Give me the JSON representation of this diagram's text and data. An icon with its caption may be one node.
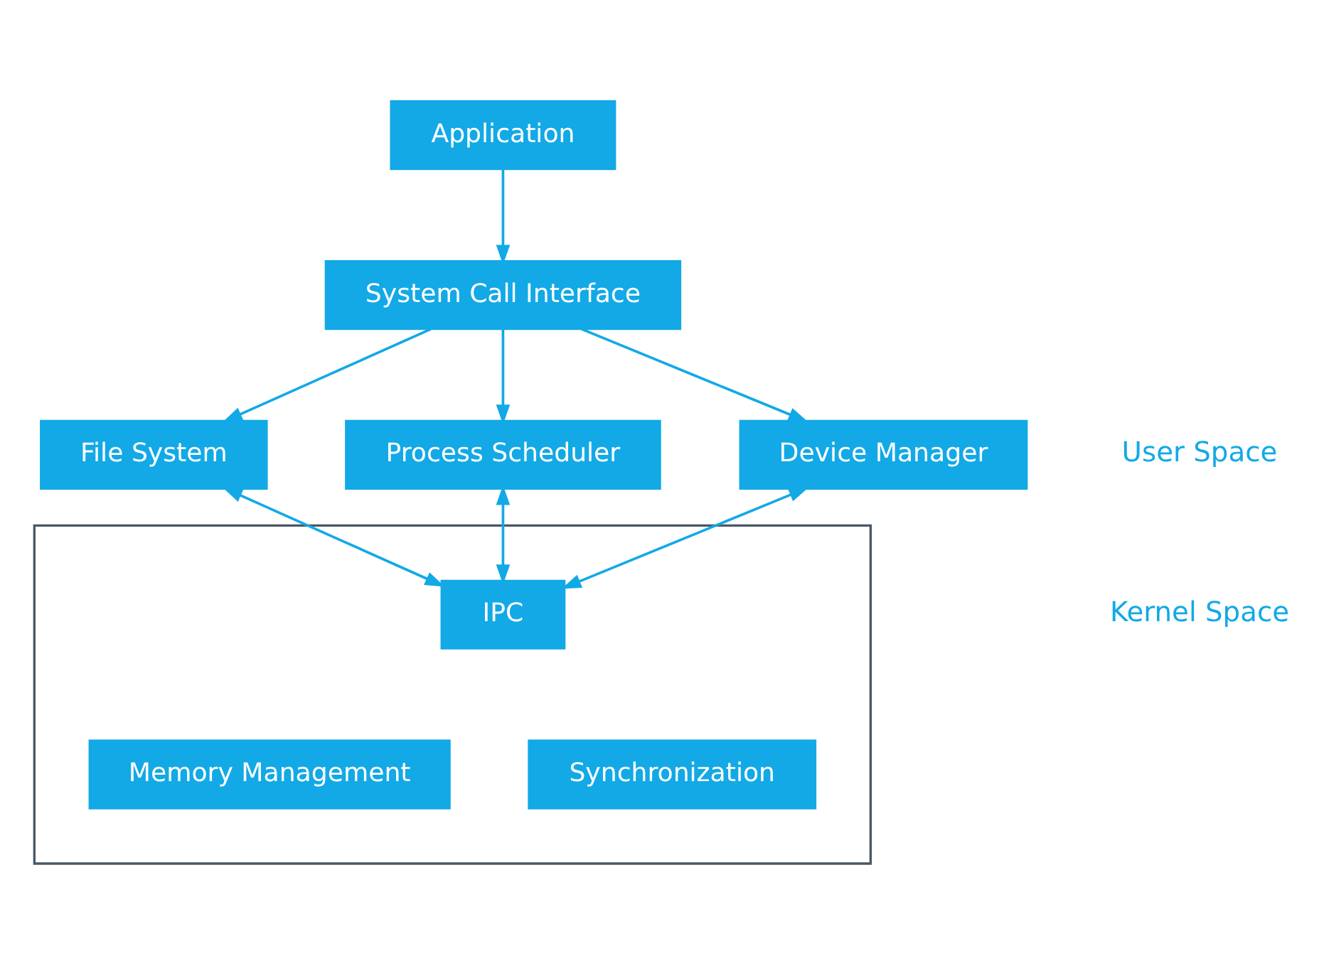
{
  "diagram": {
    "nodes": [
      {
        "text": [
          "Application"
        ]
      },
      {
        "text": [
          "System Call Interface"
        ]
      },
      {
        "text": [
          "File System"
        ]
      },
      {
        "text": [
          "Process Scheduler"
        ]
      },
      {
        "text": [
          "Device Manager"
        ]
      },
      {
        "text": [],
        "shape": "box"
      },
      {
        "text": [
          "IPC"
        ],
        "in": 5
      },
      {
        "text": [
          "Memory Management"
        ],
        "in": 5
      },
      {
        "text": [
          "Synchronization"
        ],
        "in": 5
      }
    ],
    "edges": [
      {
        "from": 0,
        "to": 1,
        "arrow": "to"
      },
      {
        "from": 1,
        "to": 2,
        "arrow": "to"
      },
      {
        "from": 1,
        "to": 3,
        "arrow": "to"
      },
      {
        "from": 1,
        "to": 4,
        "arrow": "to"
      },
      {
        "from": 2,
        "to": 6,
        "arrow": "both"
      },
      {
        "from": 3,
        "to": 6,
        "arrow": "both"
      },
      {
        "from": 4,
        "to": 6,
        "arrow": "both"
      }
    ],
    "labels": [
      "User Space",
      "Kernel Space"
    ]
  }
}
